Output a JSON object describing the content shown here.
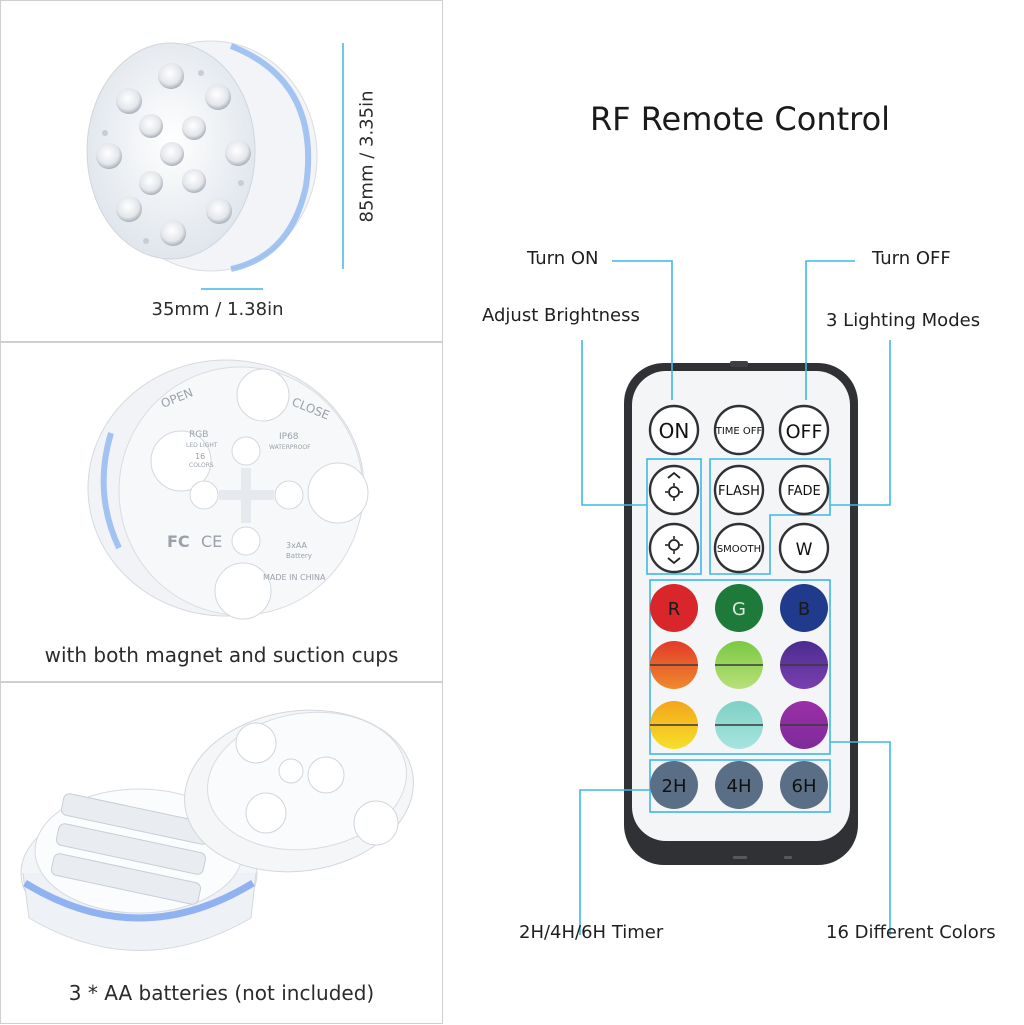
{
  "panels": {
    "size": {
      "height_label": "85mm / 3.35in",
      "width_label": "35mm / 1.38in"
    },
    "back": {
      "caption": "with both magnet and suction cups",
      "marks": [
        "OPEN",
        "CLOSE",
        "RGB",
        "LED LIGHT",
        "16",
        "COLORS",
        "IP68",
        "WATERPROOF",
        "3xAA",
        "Battery",
        "MADE IN CHINA"
      ]
    },
    "battery": {
      "caption": "3 * AA batteries (not included)"
    }
  },
  "remote": {
    "title": "RF Remote Control",
    "callouts": {
      "turn_on": "Turn ON",
      "turn_off": "Turn OFF",
      "brightness": "Adjust Brightness",
      "modes": "3 Lighting Modes",
      "timer": "2H/4H/6H Timer",
      "colors": "16 Different Colors"
    },
    "buttons": {
      "on": "ON",
      "time_off": "TIME OFF",
      "off": "OFF",
      "flash": "FLASH",
      "fade": "FADE",
      "smooth": "SMOOTH",
      "w": "W",
      "r": "R",
      "g": "G",
      "b": "B",
      "t2": "2H",
      "t4": "4H",
      "t6": "6H"
    },
    "colors": {
      "accent": "#3fb8e6",
      "red": "#d9262b",
      "green": "#1e7a3a",
      "blue": "#203a8c",
      "timer_btn": "#5a6f86"
    }
  }
}
